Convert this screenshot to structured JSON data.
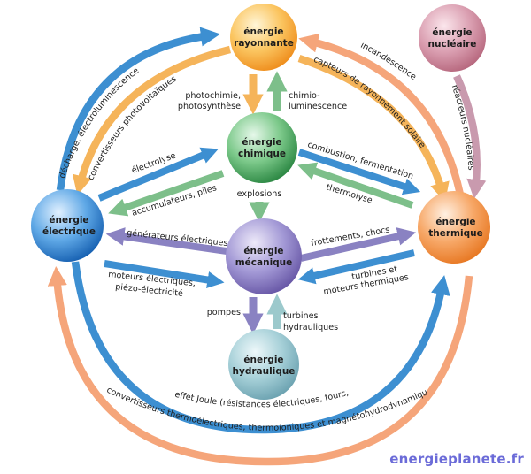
{
  "nodes": [
    {
      "id": "rayonnante",
      "lines": [
        "énergie",
        "rayonnante"
      ],
      "color": "#f7a83a"
    },
    {
      "id": "nucleaire",
      "lines": [
        "énergie",
        "nucléaire"
      ],
      "color": "#c9768d"
    },
    {
      "id": "chimique",
      "lines": [
        "énergie",
        "chimique"
      ],
      "color": "#4ca660"
    },
    {
      "id": "electrique",
      "lines": [
        "énergie",
        "électrique"
      ],
      "color": "#2a82cc"
    },
    {
      "id": "mecanique",
      "lines": [
        "énergie",
        "mécanique"
      ],
      "color": "#7b6bb4"
    },
    {
      "id": "thermique",
      "lines": [
        "énergie",
        "thermique"
      ],
      "color": "#f0843a"
    },
    {
      "id": "hydraulique",
      "lines": [
        "énergie",
        "hydraulique"
      ],
      "color": "#7fb8c4"
    }
  ],
  "transformations": {
    "decharge": "décharge, électroluminescence",
    "photovoltaiques": "convertisseurs photovoltaïques",
    "incandescence": "incandescence",
    "capteurs": "capteurs de rayonnement solaire",
    "reacteurs": "réacteurs nucléaires",
    "photochimie_1": "photochimie,",
    "photochimie_2": "photosynthèse",
    "chimiolum_1": "chimio-",
    "chimiolum_2": "luminescence",
    "electrolyse": "électrolyse",
    "accumulateurs": "accumulateurs, piles",
    "combustion": "combustion, fermentation",
    "thermolyse": "thermolyse",
    "explosions": "explosions",
    "generateurs": "générateurs électriques",
    "moteurs_1": "moteurs électriques,",
    "moteurs_2": "piézo-électricité",
    "frottements": "frottements, chocs",
    "turbines_th_1": "turbines et",
    "turbines_th_2": "moteurs thermiques",
    "pompes": "pompes",
    "turbines_hy_1": "turbines",
    "turbines_hy_2": "hydrauliques",
    "effet_joule": "effet Joule (résistances électriques, fours, etc.)",
    "convertisseurs_thermo": "convertisseurs thermoélectriques, thermoioniques et magnétohydrodynamiques"
  },
  "colors": {
    "blue": "#3d8fd1",
    "orange": "#f5b45a",
    "salmon": "#f5a57a",
    "green": "#7dbf8a",
    "purple": "#8a82c2",
    "mauve": "#c99aae",
    "teal": "#9cc9cc"
  },
  "credit": "energieplanete.fr"
}
